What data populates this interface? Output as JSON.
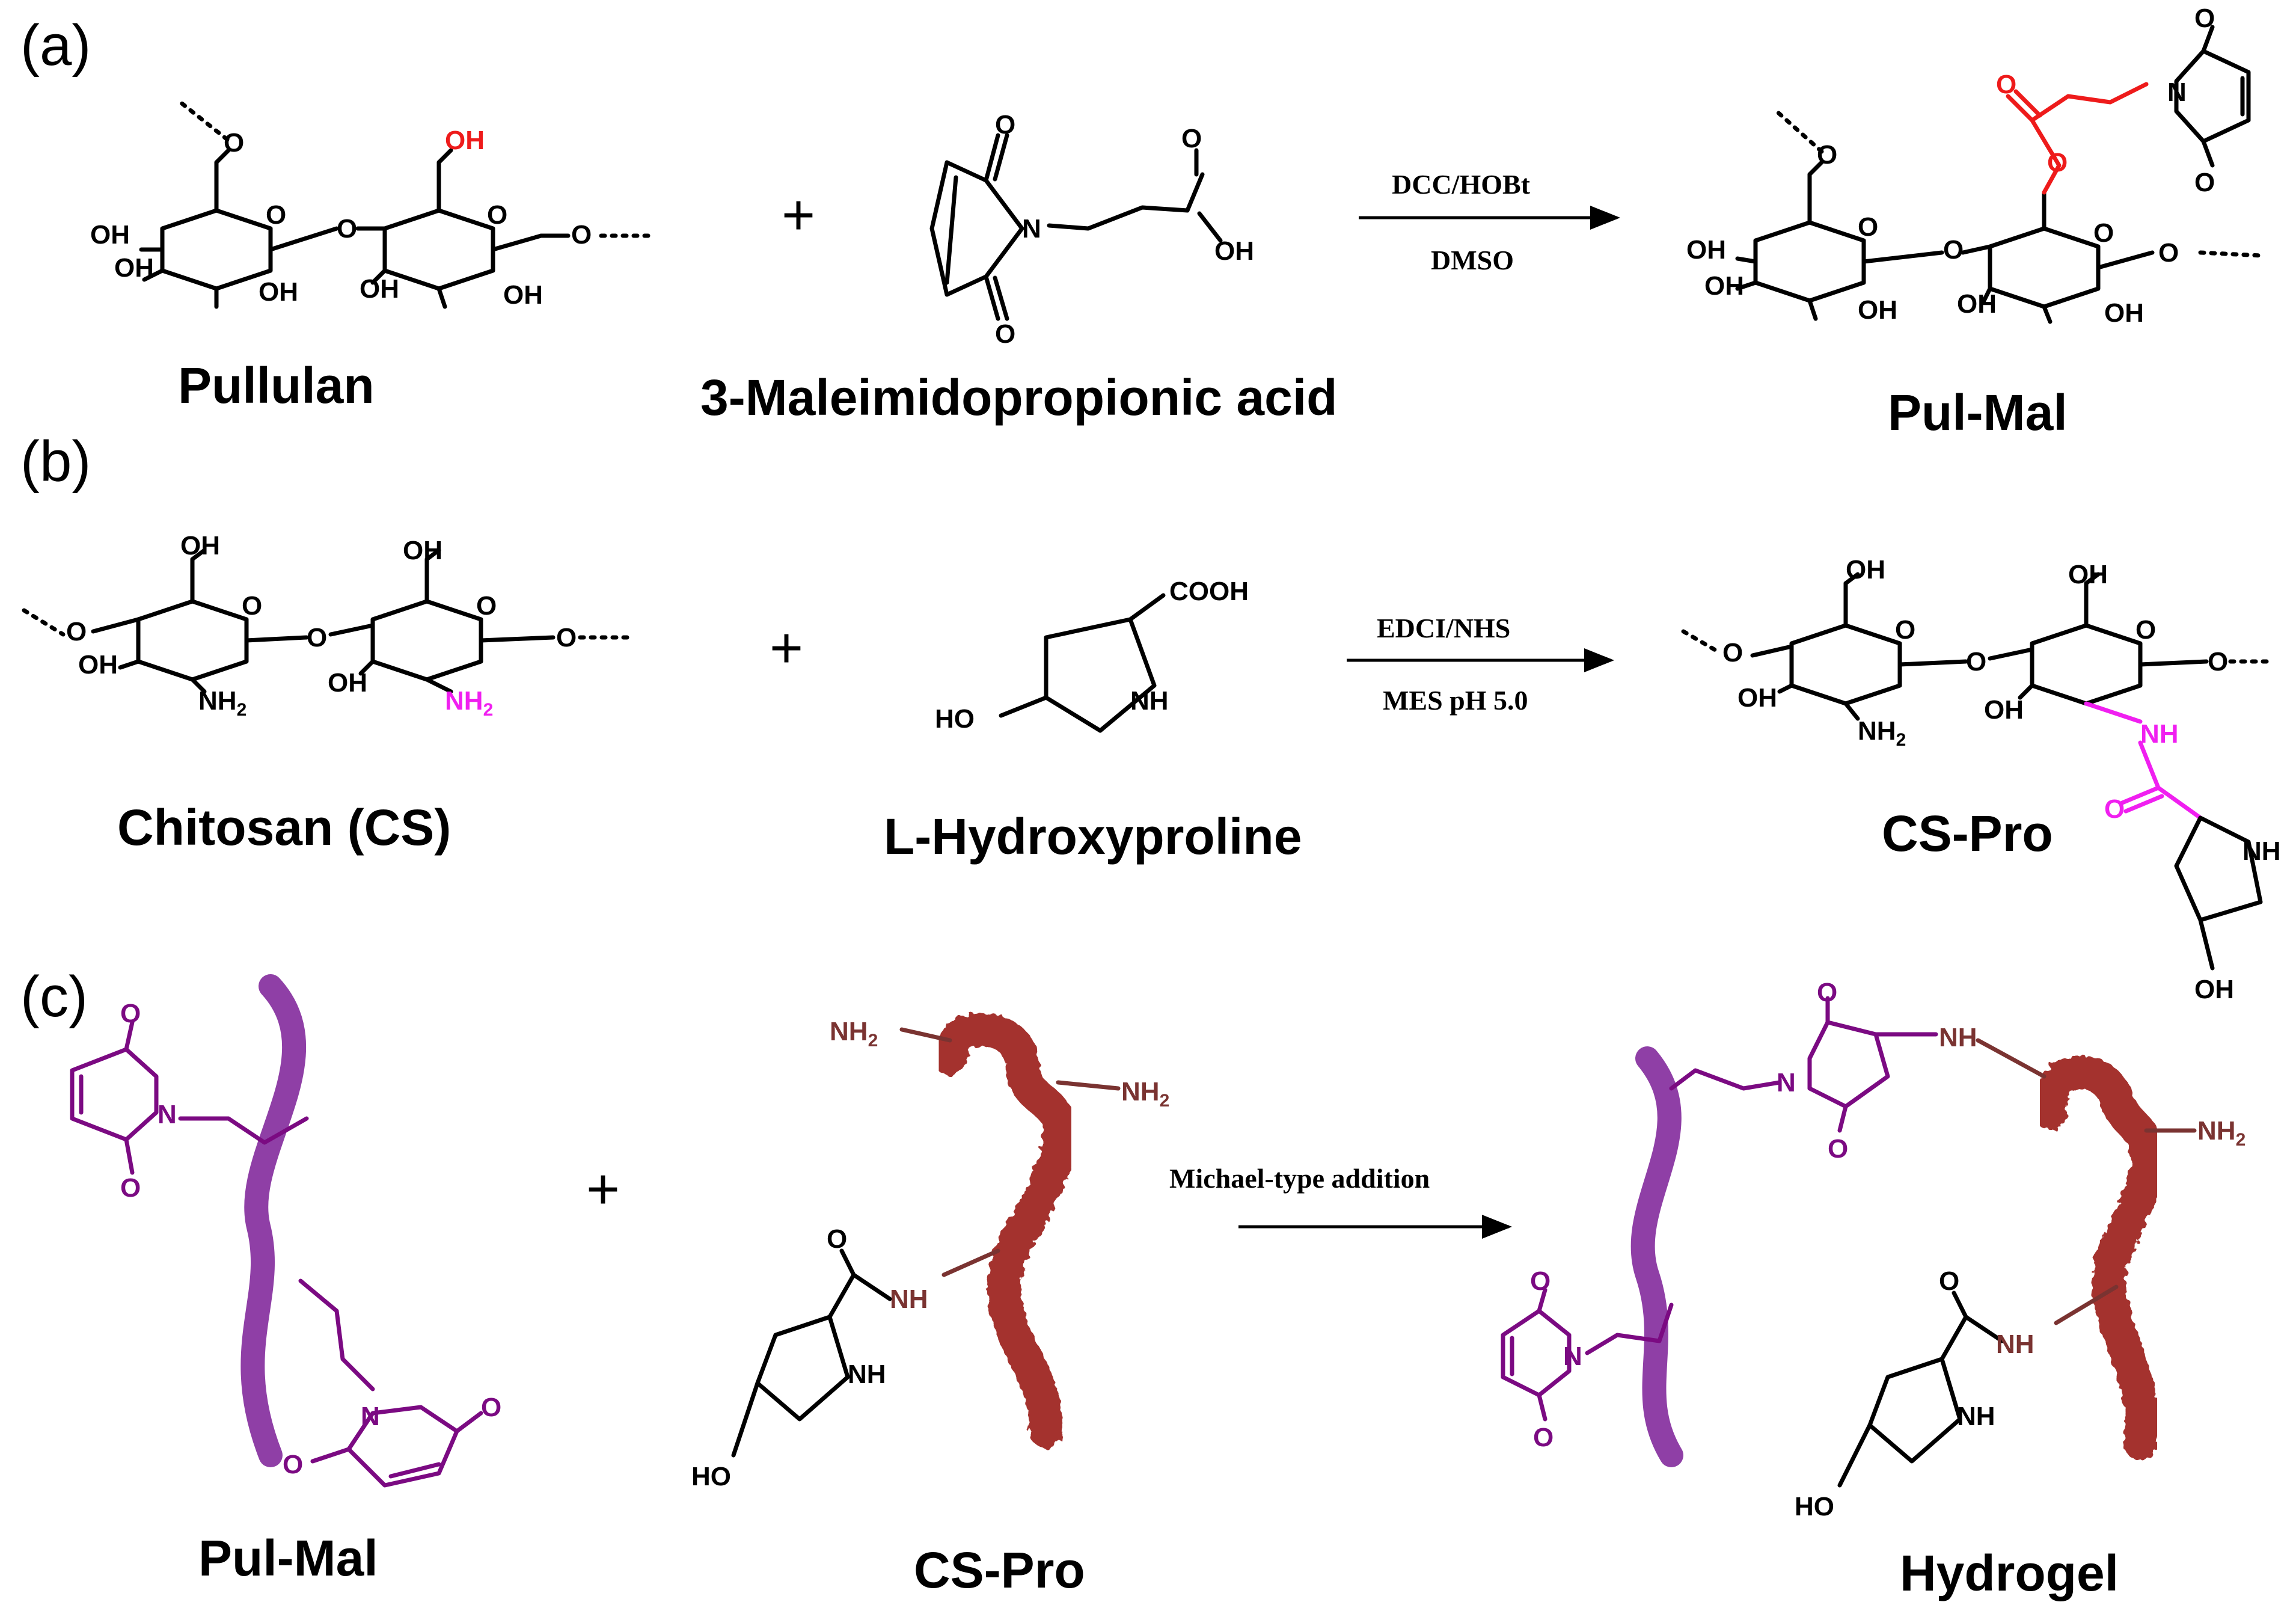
{
  "panels": [
    {
      "label": "(a)",
      "reactants": [
        {
          "name": "Pullulan"
        },
        {
          "name": "3-Maleimidopropionic acid"
        }
      ],
      "conditions": {
        "above": "DCC/HOBt",
        "below": "DMSO"
      },
      "product": {
        "name": "Pul-Mal"
      }
    },
    {
      "label": "(b)",
      "reactants": [
        {
          "name": "Chitosan (CS)"
        },
        {
          "name": "L-Hydroxyproline"
        }
      ],
      "conditions": {
        "above": "EDCI/NHS",
        "below": "MES pH 5.0"
      },
      "product": {
        "name": "CS-Pro"
      }
    },
    {
      "label": "(c)",
      "reactants": [
        {
          "name": "Pul-Mal"
        },
        {
          "name": "CS-Pro"
        }
      ],
      "conditions": {
        "above": "Michael-type addition",
        "below": ""
      },
      "product": {
        "name": "Hydrogel"
      }
    }
  ],
  "plus_sign": "+",
  "atoms": {
    "OH": "OH",
    "HO": "HO",
    "O": "O",
    "N": "N",
    "NH": "NH",
    "NH2": "NH",
    "H2sub": "2",
    "COOH": "COOH"
  },
  "colors": {
    "pullulan_chain": "#8f3fa6",
    "chitosan_chain": "#a4302d",
    "maleimide": "#7b0a82",
    "amine_link": "#7a3331",
    "ester_highlight": "#ee1b1b",
    "amide_highlight": "#f01ff0"
  }
}
